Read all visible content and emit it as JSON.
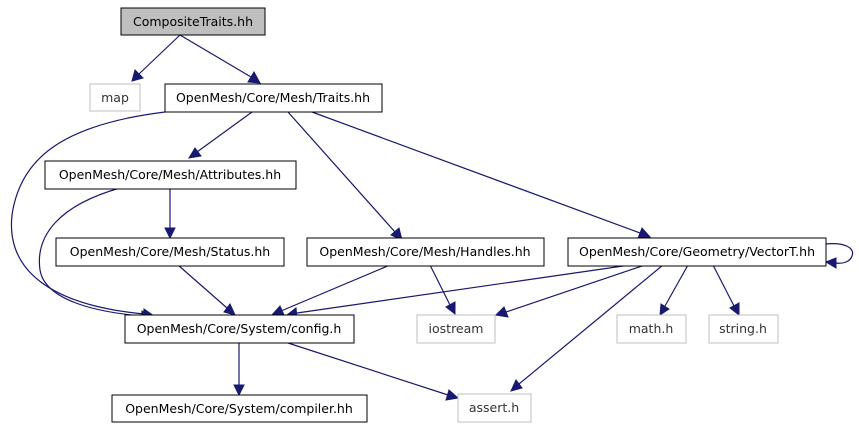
{
  "diagram": {
    "colors": {
      "edge": "#191970",
      "focus_fill": "#bfbfbf",
      "node_border": "#000000",
      "system_header_border": "#bfbfbf"
    },
    "nodes": [
      {
        "id": "composite_traits",
        "label": "CompositeTraits.hh",
        "kind": "focus"
      },
      {
        "id": "map",
        "label": "map",
        "kind": "system"
      },
      {
        "id": "traits",
        "label": "OpenMesh/Core/Mesh/Traits.hh",
        "kind": "project"
      },
      {
        "id": "attributes",
        "label": "OpenMesh/Core/Mesh/Attributes.hh",
        "kind": "project"
      },
      {
        "id": "status",
        "label": "OpenMesh/Core/Mesh/Status.hh",
        "kind": "project"
      },
      {
        "id": "handles",
        "label": "OpenMesh/Core/Mesh/Handles.hh",
        "kind": "project"
      },
      {
        "id": "vectort",
        "label": "OpenMesh/Core/Geometry/VectorT.hh",
        "kind": "project"
      },
      {
        "id": "config",
        "label": "OpenMesh/Core/System/config.h",
        "kind": "project"
      },
      {
        "id": "iostream",
        "label": "iostream",
        "kind": "system"
      },
      {
        "id": "math",
        "label": "math.h",
        "kind": "system"
      },
      {
        "id": "string",
        "label": "string.h",
        "kind": "system"
      },
      {
        "id": "compiler",
        "label": "OpenMesh/Core/System/compiler.hh",
        "kind": "project"
      },
      {
        "id": "assert",
        "label": "assert.h",
        "kind": "system"
      }
    ],
    "edges": [
      {
        "from": "composite_traits",
        "to": "map"
      },
      {
        "from": "composite_traits",
        "to": "traits"
      },
      {
        "from": "traits",
        "to": "config"
      },
      {
        "from": "traits",
        "to": "attributes"
      },
      {
        "from": "traits",
        "to": "handles"
      },
      {
        "from": "traits",
        "to": "vectort"
      },
      {
        "from": "attributes",
        "to": "config"
      },
      {
        "from": "attributes",
        "to": "status"
      },
      {
        "from": "status",
        "to": "config"
      },
      {
        "from": "handles",
        "to": "config"
      },
      {
        "from": "handles",
        "to": "iostream"
      },
      {
        "from": "vectort",
        "to": "vectort"
      },
      {
        "from": "vectort",
        "to": "config"
      },
      {
        "from": "vectort",
        "to": "iostream"
      },
      {
        "from": "vectort",
        "to": "assert"
      },
      {
        "from": "vectort",
        "to": "math"
      },
      {
        "from": "vectort",
        "to": "string"
      },
      {
        "from": "config",
        "to": "compiler"
      },
      {
        "from": "config",
        "to": "assert"
      }
    ]
  }
}
